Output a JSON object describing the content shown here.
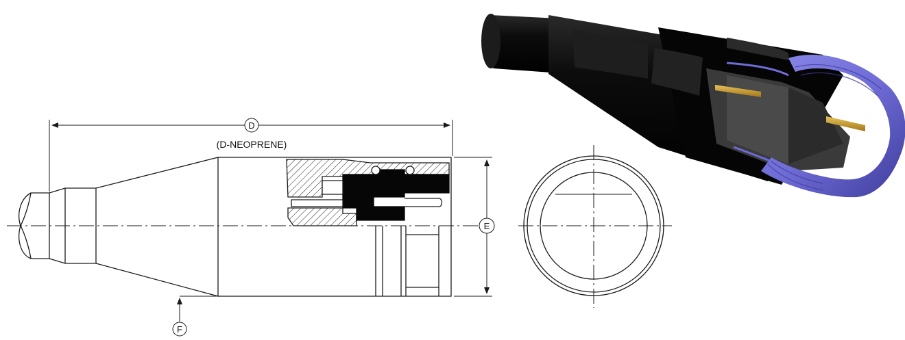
{
  "drawing": {
    "dimension_d_label": "D",
    "dimension_d_note": "(D-NEOPRENE)",
    "dimension_e_label": "E",
    "dimension_f_label": "F"
  },
  "colors": {
    "line": "#1a1a1a",
    "connector_body": "#060606",
    "coupling_ring": "#6f6cd6",
    "coupling_ring_dark": "#3f3c9c",
    "contact_pin": "#c79a2a"
  },
  "views": [
    "side-section-view",
    "end-view",
    "isometric-cutaway-render"
  ]
}
